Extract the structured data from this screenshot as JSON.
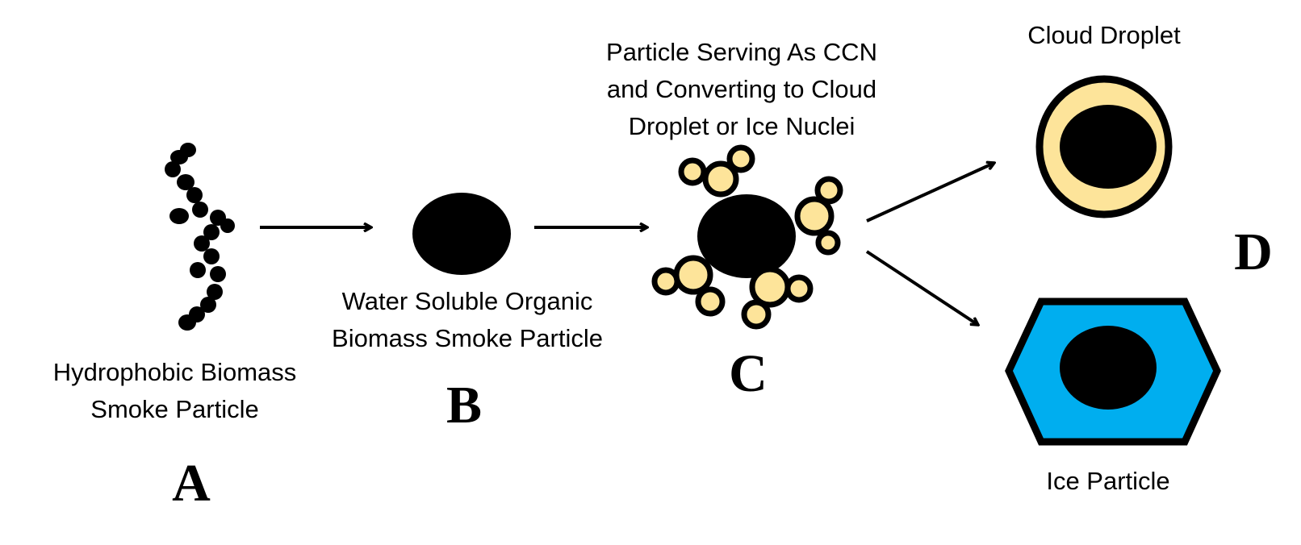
{
  "stages": {
    "a": {
      "letter": "A",
      "caption_line1": "Hydrophobic Biomass",
      "caption_line2": "Smoke Particle"
    },
    "b": {
      "letter": "B",
      "caption_line1": "Water Soluble Organic",
      "caption_line2": "Biomass Smoke Particle"
    },
    "c": {
      "letter": "C",
      "caption_line1": "Particle Serving As CCN",
      "caption_line2": "and Converting to Cloud",
      "caption_line3": "Droplet or Ice Nuclei"
    },
    "d": {
      "letter": "D",
      "cloud_label": "Cloud Droplet",
      "ice_label": "Ice Particle"
    }
  },
  "colors": {
    "particle": "#000000",
    "water": "#fde49a",
    "ice": "#00aeef",
    "outline": "#000000"
  },
  "icons": [
    "soot-chain-icon",
    "soluble-particle-icon",
    "ccn-particle-icon",
    "cloud-droplet-icon",
    "ice-particle-icon",
    "arrow-icon"
  ]
}
